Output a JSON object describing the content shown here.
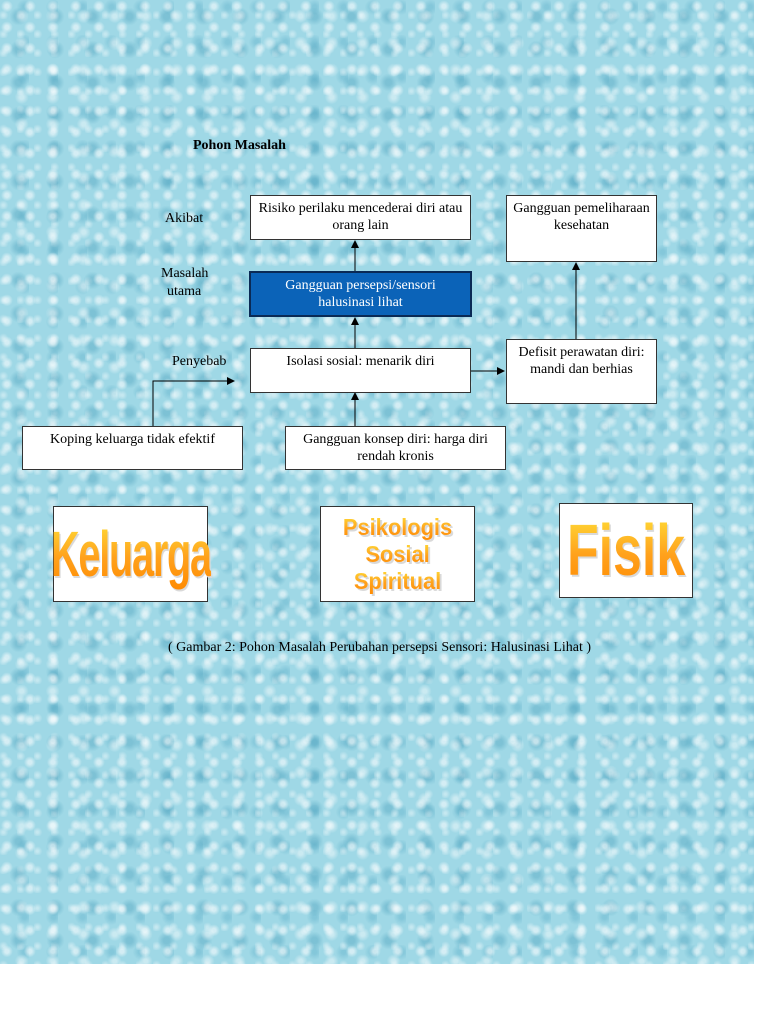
{
  "title": "Pohon Masalah",
  "labels": {
    "akibat": "Akibat",
    "masalah_utama_1": "Masalah",
    "masalah_utama_2": "utama",
    "penyebab": "Penyebab"
  },
  "boxes": {
    "risiko": "Risiko perilaku mencederai diri atau orang lain",
    "gangguan_persepsi": "Gangguan persepsi/sensori halusinasi lihat",
    "isolasi": "Isolasi sosial: menarik diri",
    "gangguan_pemeliharaan": "Gangguan pemeliharaan kesehatan",
    "defisit": "Defisit perawatan diri: mandi dan berhias",
    "koping": "Koping keluarga tidak efektif",
    "konsep_diri": "Gangguan konsep diri: harga diri rendah kronis"
  },
  "wordart": {
    "keluarga": "Keluarga",
    "psiko_1": "Psikologis",
    "psiko_2": "Sosial",
    "psiko_3": "Spiritual",
    "fisik": "Fisik"
  },
  "caption": "( Gambar 2: Pohon Masalah Perubahan persepsi Sensori: Halusinasi Lihat )",
  "colors": {
    "main_box": "#0b63b8",
    "background": "#9fd8e6",
    "wordart_top": "#ffe23a",
    "wordart_bottom": "#ff8a00"
  }
}
